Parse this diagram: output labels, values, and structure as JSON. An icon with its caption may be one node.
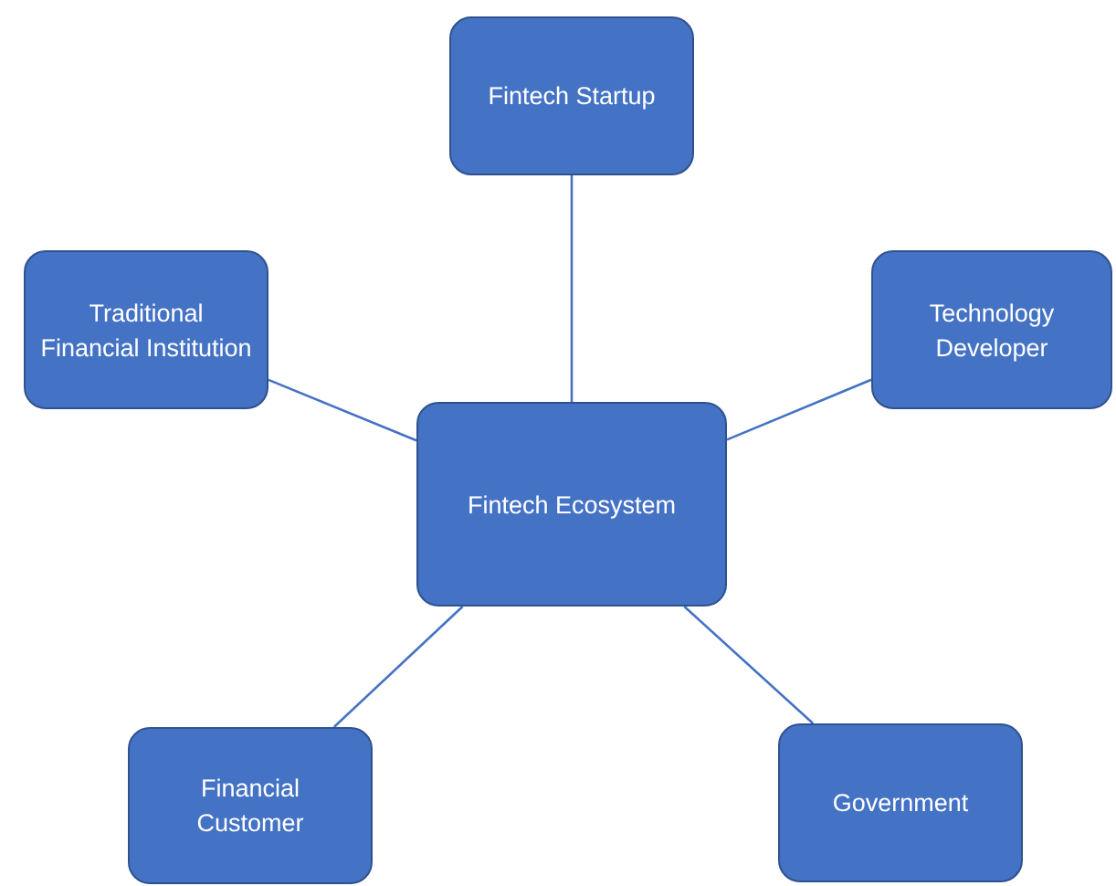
{
  "diagram": {
    "nodes": [
      {
        "text": [
          "Fintech Startup"
        ]
      },
      {
        "text": [
          "Traditional Financial Institution"
        ]
      },
      {
        "text": [
          "Technology Developer"
        ]
      },
      {
        "text": [
          "Fintech Ecosystem"
        ]
      },
      {
        "text": [
          "Financial Customer"
        ]
      },
      {
        "text": [
          "Government"
        ]
      }
    ],
    "edges": [
      {
        "from": 3,
        "to": 0,
        "arrow": "none"
      },
      {
        "from": 3,
        "to": 1,
        "arrow": "none"
      },
      {
        "from": 3,
        "to": 2,
        "arrow": "none"
      },
      {
        "from": 3,
        "to": 4,
        "arrow": "none"
      },
      {
        "from": 3,
        "to": 5,
        "arrow": "none"
      }
    ]
  }
}
